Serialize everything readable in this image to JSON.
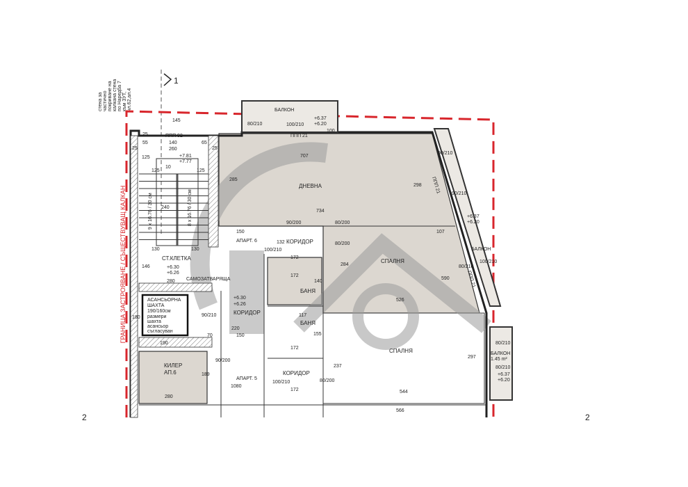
{
  "section_marker": "1",
  "axis_markers": [
    "2",
    "2"
  ],
  "boundary_label": "ГРАНИЦА ЗАСТРОЯВАНЕ / СЪЩЕСТВУВАЩ КАЛКАН",
  "wall_note": [
    "стена за",
    "частично",
    "покриване на",
    "калкана стена",
    "по Наредба 7",
    "към ЗУТ,",
    "чл.62,ал.4"
  ],
  "rooms": {
    "living": "ДНЕВНА",
    "bedroom1": "СПАЛНЯ",
    "bedroom2": "СПАЛНЯ",
    "stair": "СТ.КЛЕТКА",
    "bath1": "БАНЯ",
    "bath2": "БАНЯ",
    "corridor1": "КОРИДОР",
    "corridor2": "КОРИДОР",
    "corridor3": "КОРИДОР",
    "balcony_top": "БАЛКОН",
    "balcony_right": "БАЛКОН",
    "balcony_small": "БАЛКОН",
    "balcony_small_area": "1.45 m²",
    "storage": [
      "КИЛЕР",
      "АП.6"
    ],
    "elevator": [
      "АСАНСЬОРНА",
      "ШАХТА",
      "190/160см",
      "размери",
      "шахта",
      "асансьор",
      "съгласуван"
    ],
    "apt6": "АПАРТ. 6",
    "apt5": "АПАРТ. 5",
    "self_closing": "САМОЗАТВАРЯЩА"
  },
  "levels": {
    "stair_top": [
      "+7.81",
      "+7.77"
    ],
    "stair": [
      "+6.30",
      "+6.26"
    ],
    "corridor": [
      "+6.30",
      "+6.26"
    ],
    "balcony_top": [
      "+6.37",
      "+6.20"
    ],
    "balcony_right": [
      "+6.37",
      "+6.20"
    ],
    "balcony_small": [
      "+6.37",
      "+6.20"
    ]
  },
  "stairs": [
    "9 x 16.76 / 30 см",
    "8 x 16.76 / 30 см"
  ],
  "windows": [
    "ППП 92",
    "ППП 21",
    "ППП 21",
    "ППП 21"
  ],
  "dimensions": {
    "d707": "707",
    "d734": "734",
    "d526": "526",
    "d544": "544",
    "d566": "566",
    "d260": "260",
    "d140": "140",
    "d55": "55",
    "d65": "65",
    "d25a": "25",
    "d25b": "25",
    "d25c": "25",
    "d125a": "125",
    "d125b": "125",
    "d125c": "125",
    "d10": "10",
    "d240": "240",
    "d130a": "130",
    "d130b": "130",
    "d146": "146",
    "d280a": "280",
    "d280b": "280",
    "d190": "190",
    "d180": "180",
    "d70": "70",
    "d220": "220",
    "d150a": "150",
    "d150b": "150",
    "d1080": "1080",
    "d189": "189",
    "d284": "284",
    "d298": "298",
    "d297": "297",
    "d237": "237",
    "d172a": "172",
    "d172b": "172",
    "d172c": "172",
    "d172d": "172",
    "d117": "117",
    "d155": "155",
    "d140b": "140",
    "d285": "285",
    "d100": "100",
    "d145": "145",
    "d132": "132",
    "d107": "107",
    "d590": "590"
  },
  "doors": [
    "80/210",
    "100/210",
    "90/200",
    "80/200",
    "100/210",
    "90/210",
    "90/200",
    "80/200",
    "100/210",
    "80/200",
    "90/210",
    "90/210",
    "80/210",
    "100/210",
    "80/210",
    "80/210"
  ],
  "colors": {
    "boundary": "#d8262c",
    "room_fill": "#dcd7d0",
    "watermark": "#9a9a9a"
  }
}
